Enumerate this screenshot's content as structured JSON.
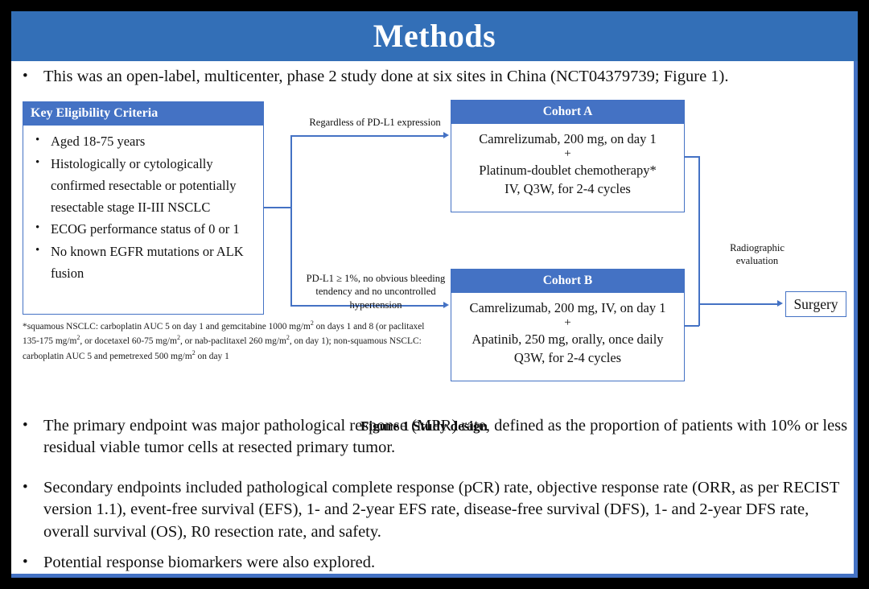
{
  "slide": {
    "title": "Methods",
    "accent_blue": "#4472C4",
    "banner_blue": "#336FB7",
    "background": "#000000"
  },
  "bullets": {
    "intro": "This was an open-label, multicenter, phase 2 study done at six sites in China (NCT04379739; Figure 1).",
    "primary_endpoint": "The primary endpoint was major pathological response (MPR) rate, defined as the proportion of patients with 10% or less residual viable tumor cells at resected primary tumor.",
    "secondary_endpoints": "Secondary endpoints included pathological complete response (pCR) rate, objective response rate (ORR, as per RECIST version 1.1), event-free survival (EFS), 1- and 2-year EFS rate, disease-free survival (DFS), 1- and 2-year DFS rate, overall survival (OS), R0 resection rate, and safety.",
    "biomarkers": "Potential response biomarkers were also explored.",
    "bullet_glyph": "•"
  },
  "figure": {
    "caption": "Figure 1 Study design",
    "eligibility": {
      "header": "Key  Eligibility Criteria",
      "items": [
        "Aged 18-75 years",
        "Histologically or cytologically confirmed resectable or potentially resectable stage II-III  NSCLC",
        "ECOG performance status of 0 or 1",
        "No known EGFR mutations or ALK fusion"
      ]
    },
    "cohort_a": {
      "header": "Cohort A",
      "line1": "Camrelizumab, 200 mg, on day 1",
      "plus": "+",
      "line2": "Platinum-doublet chemotherapy*",
      "line3": "IV, Q3W, for 2-4 cycles"
    },
    "cohort_b": {
      "header": "Cohort B",
      "line1": "Camrelizumab, 200 mg, IV, on day 1",
      "plus": "+",
      "line2": "Apatinib, 250 mg, orally, once daily",
      "line3": "Q3W, for 2-4 cycles"
    },
    "surgery": {
      "label": "Surgery"
    },
    "connector_labels": {
      "upper": "Regardless  of PD-L1 expression",
      "lower": "PD-L1 ≥ 1%, no obvious bleeding tendency and no uncontrolled  hypertension",
      "right": "Radiographic evaluation"
    },
    "footnote": "*squamous NSCLC: carboplatin AUC 5 on day 1 and gemcitabine 1000 mg/m2 on days 1 and 8 (or paclitaxel 135-175  mg/m2, or docetaxel 60-75 mg/m2, or nab-paclitaxel 260 mg/m2, on day 1); non-squamous NSCLC: carboplatin AUC 5 and pemetrexed 500 mg/m2 on day 1"
  }
}
